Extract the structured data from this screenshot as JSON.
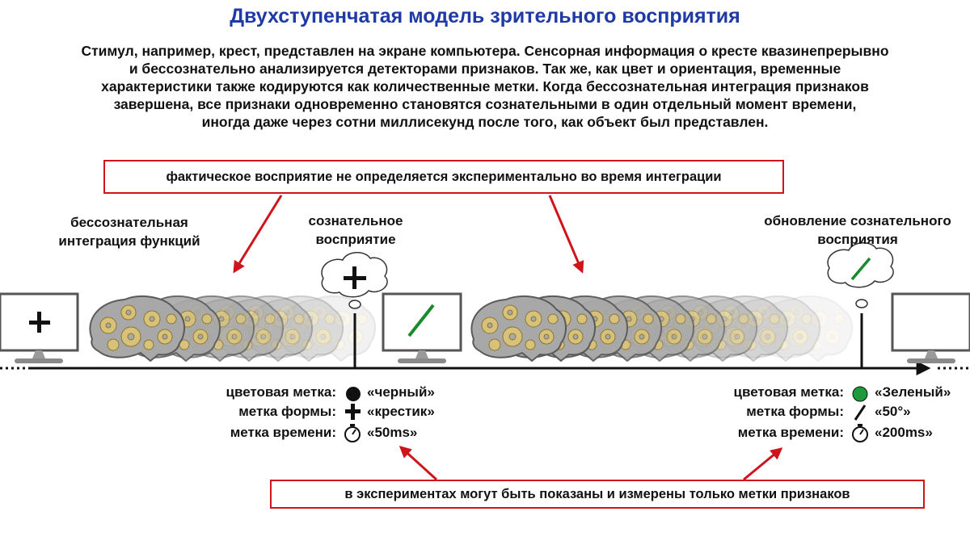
{
  "title": "Двухступенчатая модель зрительного восприятия",
  "intro_lines": [
    "Стимул, например, крест, представлен на экране компьютера. Сенсорная информация о кресте квазинепрерывно",
    "и бессознательно анализируется детекторами признаков. Так же, как цвет и ориентация, временные",
    "характеристики также кодируются как количественные метки. Когда бессознательная интеграция признаков",
    "завершена, все признаки одновременно становятся сознательными в один отдельный момент времени,",
    "иногда даже через сотни миллисекунд после того, как объект был представлен."
  ],
  "top_note": "фактическое восприятие не определяется экспериментально во время интеграции",
  "bottom_note": "в экспериментах могут быть показаны и измерены только метки признаков",
  "labels": {
    "unconscious_integration": [
      "бессознательная",
      "интеграция функций"
    ],
    "conscious_perception": [
      "сознательное",
      "восприятие"
    ],
    "update": [
      "обновление сознательного",
      "восприятия"
    ]
  },
  "cues_first": {
    "color_label": "цветовая метка:",
    "color_value": "«черный»",
    "shape_label": "метка формы:",
    "shape_value": "«крестик»",
    "time_label": "метка времени:",
    "time_value": "«50ms»"
  },
  "cues_second": {
    "color_label": "цветовая метка:",
    "color_value": "«Зеленый»",
    "shape_label": "метка формы:",
    "shape_value": "«50°»",
    "time_label": "метка времени:",
    "time_value": "«200ms»"
  },
  "colors": {
    "title": "#1f3aa6",
    "alert": "#d0141c",
    "stimulus_green": "#1a8a2e",
    "cue_black": "#111111",
    "cue_green": "#1f9a3a"
  },
  "icons": [
    "monitor-icon",
    "brain-gears-icon",
    "thought-bubble-icon",
    "stopwatch-icon",
    "cross-icon",
    "line-icon"
  ]
}
